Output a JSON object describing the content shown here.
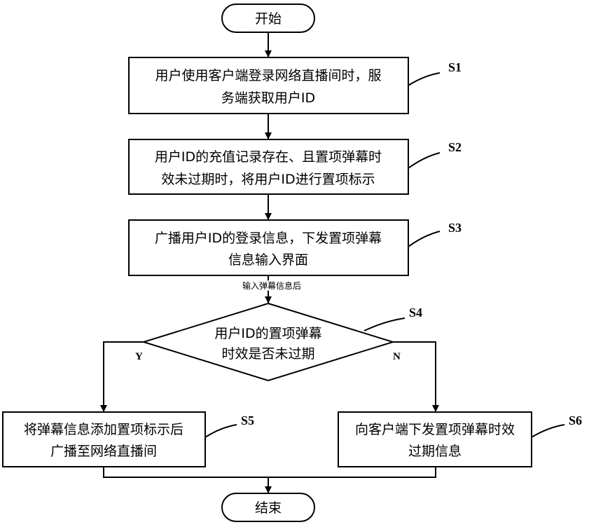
{
  "nodes": {
    "start": {
      "text": "开始"
    },
    "s1": {
      "line1": "用户使用客户端登录网络直播间时，服",
      "line2": "务端获取用户ID",
      "label": "S1"
    },
    "s2": {
      "line1": "用户ID的充值记录存在、且置项弹幕时",
      "line2": "效未过期时，将用户ID进行置项标示",
      "label": "S2"
    },
    "s3": {
      "line1": "广播用户ID的登录信息，下发置项弹幕",
      "line2": "信息输入界面",
      "label": "S3"
    },
    "s4": {
      "line1": "用户ID的置项弹幕",
      "line2": "时效是否未过期",
      "label": "S4"
    },
    "s5": {
      "line1": "将弹幕信息添加置项标示后",
      "line2": "广播至网络直播间",
      "label": "S5"
    },
    "s6": {
      "line1": "向客户端下发置项弹幕时效",
      "line2": "过期信息",
      "label": "S6"
    },
    "end": {
      "text": "结束"
    }
  },
  "edges": {
    "s3_to_s4_label": "输入弹幕信息后",
    "yes_label": "Y",
    "no_label": "N"
  }
}
